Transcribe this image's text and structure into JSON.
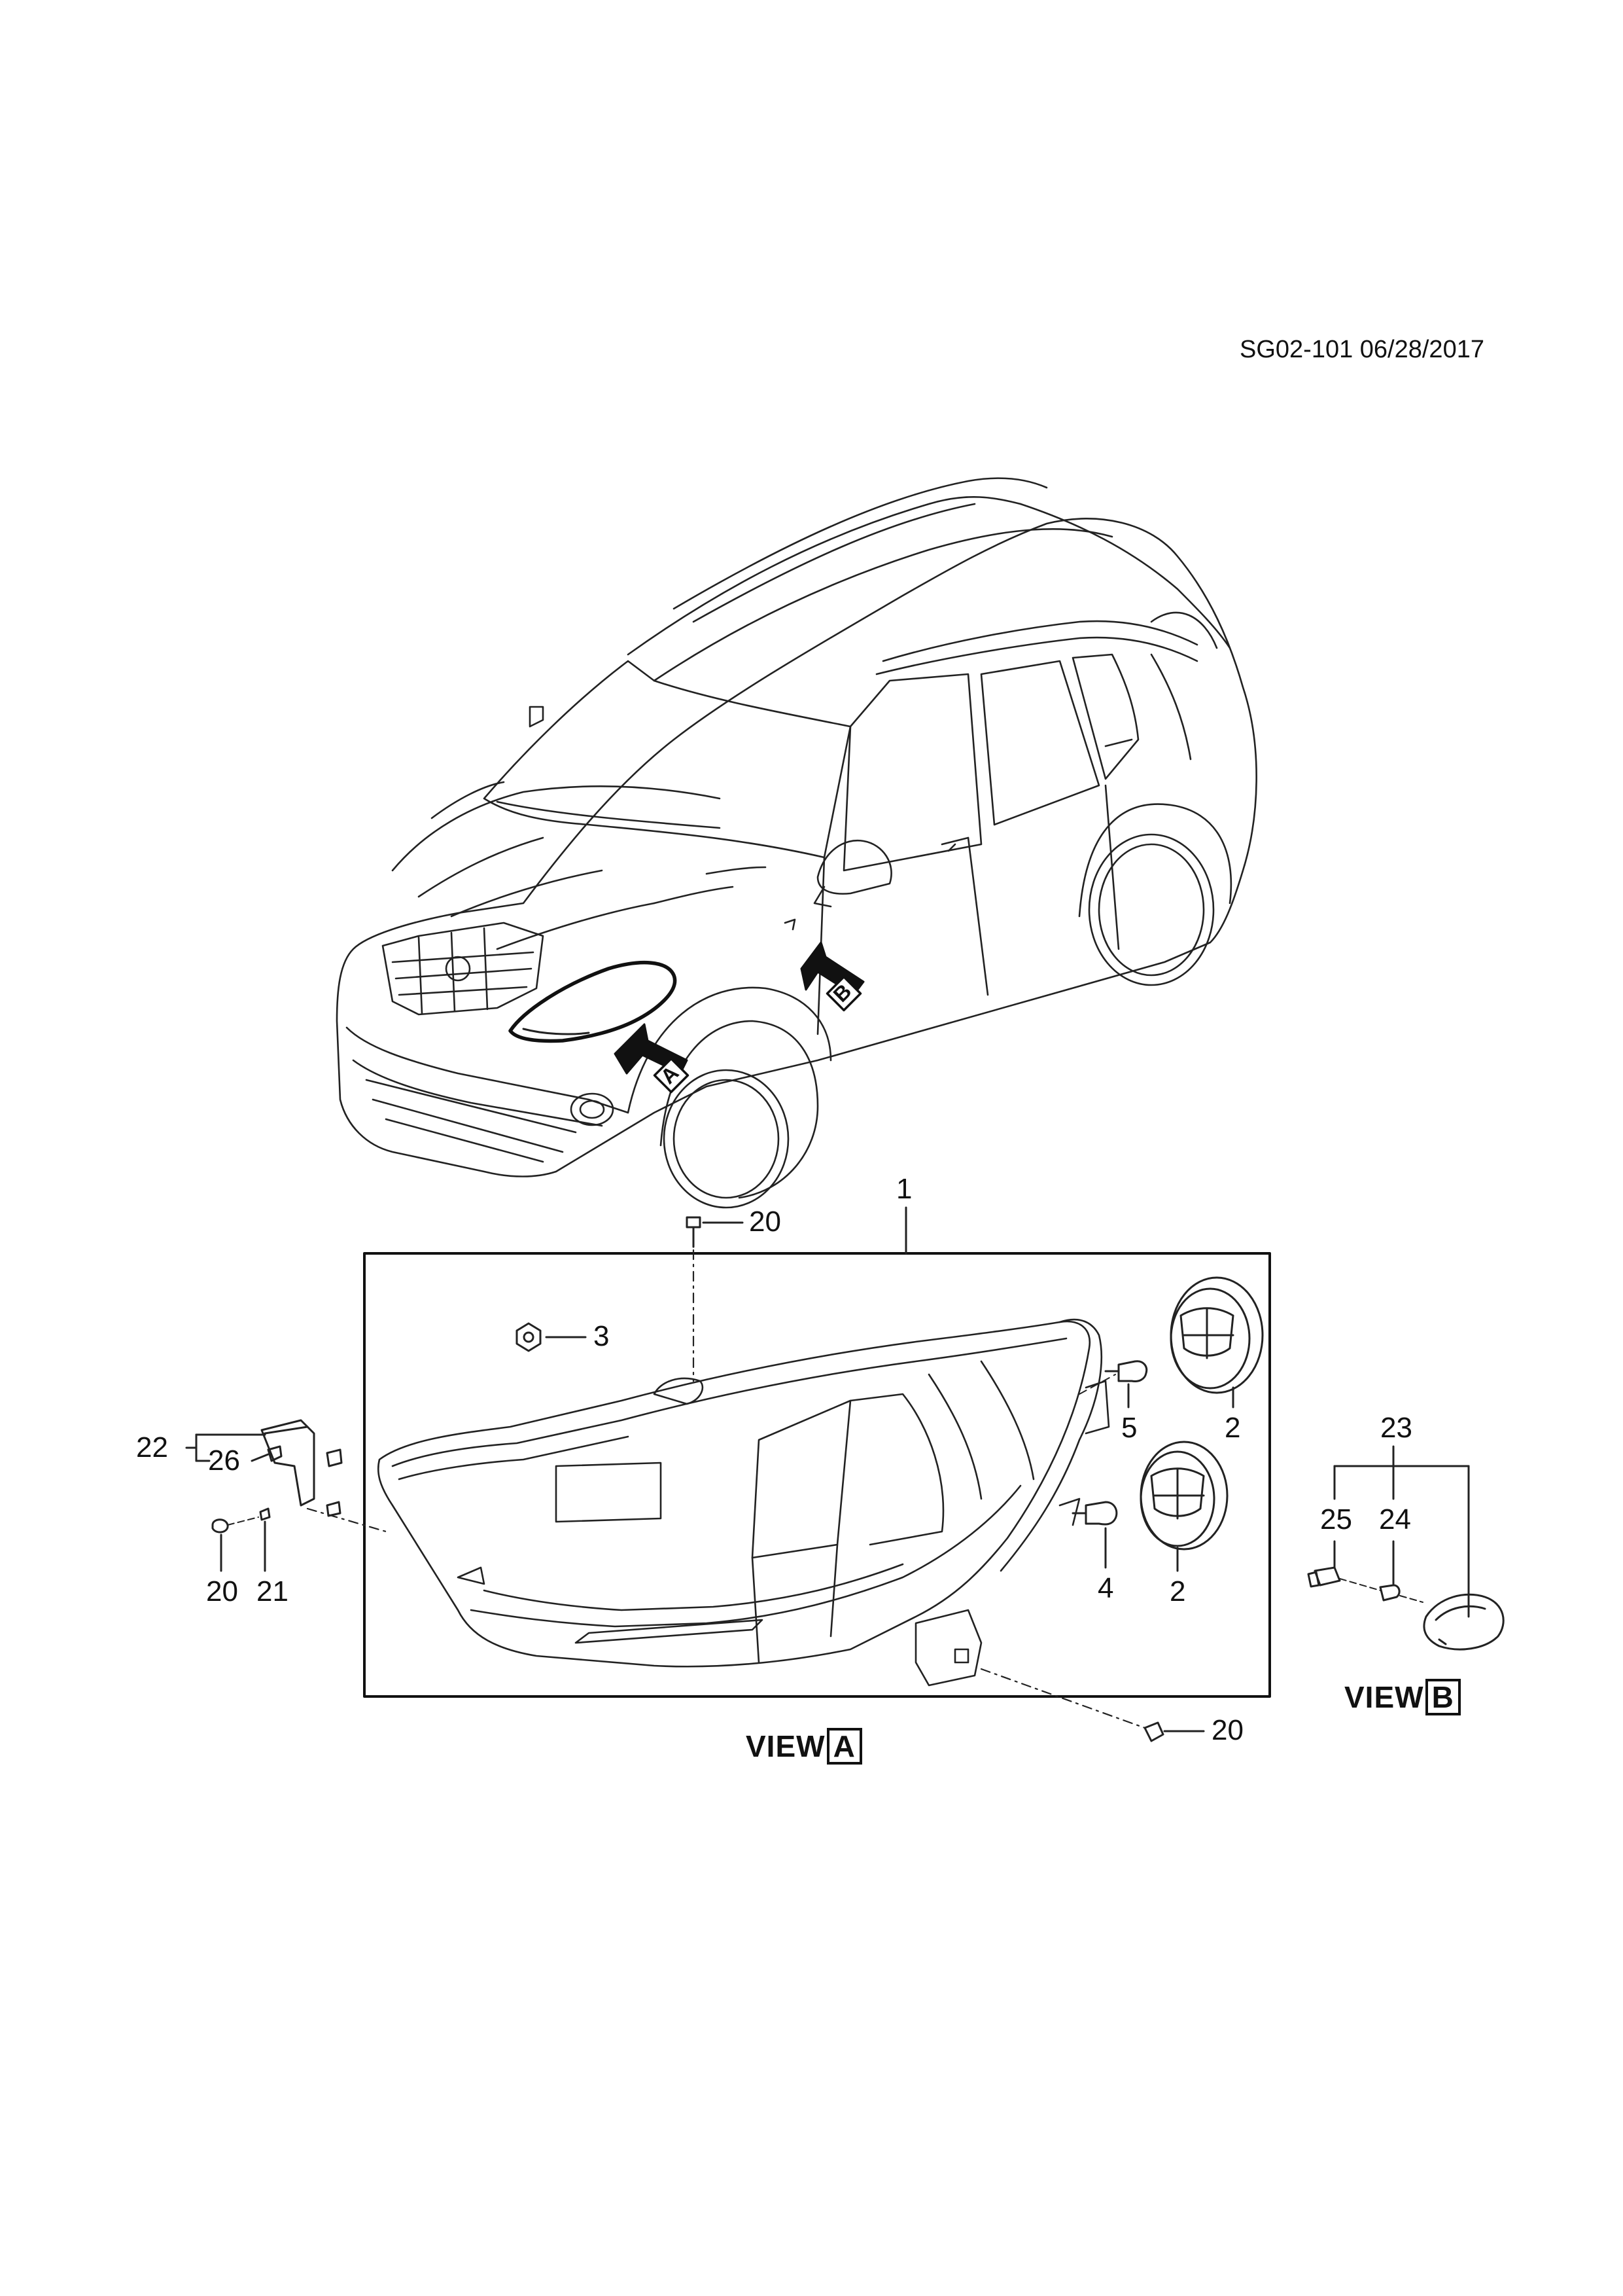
{
  "header": {
    "diagram_code": "SG02-101 06/28/2017"
  },
  "vehicle": {
    "view_markers": [
      {
        "letter": "A"
      },
      {
        "letter": "B"
      }
    ]
  },
  "view_a": {
    "title_prefix": "VIEW",
    "title_letter": "A",
    "callouts": {
      "headlamp_assembly": "1",
      "bulb_cap_upper": "2",
      "bulb_cap_lower": "2",
      "nut": "3",
      "bulb_4": "4",
      "bulb_5": "5",
      "bolt_top": "20",
      "bolt_bottom": "20",
      "bolt_bracket": "20",
      "bracket_kit": "22",
      "bracket_part": "26",
      "retainer": "21"
    }
  },
  "view_b": {
    "title_prefix": "VIEW",
    "title_letter": "B",
    "callouts": {
      "side_marker_assembly": "23",
      "socket": "25",
      "bulb": "24"
    }
  }
}
